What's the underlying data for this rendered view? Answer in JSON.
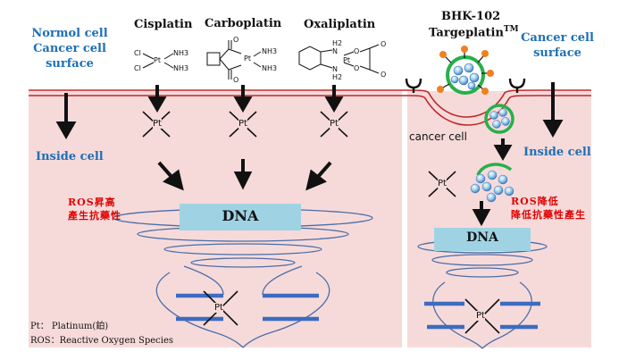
{
  "left": {
    "surface_label_lines": [
      "Normol cell",
      "Cancer cell",
      "surface"
    ],
    "inside_label": "Inside cell",
    "ros_label_lines": [
      "ROS昇高",
      "產生抗藥性"
    ],
    "drugs": [
      {
        "name": "Cisplatin"
      },
      {
        "name": "Carboplatin"
      },
      {
        "name": "Oxaliplatin"
      }
    ],
    "dna_label": "DNA"
  },
  "right": {
    "product_line1": "BHK-102",
    "product_line2_base": "Targeplatin",
    "product_line2_sup": "TM",
    "surface_label_lines": [
      "Cancer cell",
      "surface"
    ],
    "cancer_cell_label": "cancer cell",
    "inside_label": "Inside cell",
    "ros_label_lines": [
      "ROS降低",
      "降低抗藥性產生"
    ],
    "dna_label": "DNA"
  },
  "chem": {
    "pt": "Pt",
    "cl": "Cl",
    "nh3": "NH3",
    "h2": "H2",
    "n": "N",
    "o": "O"
  },
  "legend": {
    "line1": "Pt： Platinum(鉑)",
    "line2": "ROS：Reactive Oxygen Species"
  },
  "colors": {
    "cell_bg": "#f6dada",
    "membrane": "#c0262b",
    "dna_box": "#9fd3e3",
    "helix": "#4a6ea8",
    "blue_label": "#1f6fb5",
    "red_label": "#e00000",
    "nanoparticle_green": "#27b04a"
  }
}
